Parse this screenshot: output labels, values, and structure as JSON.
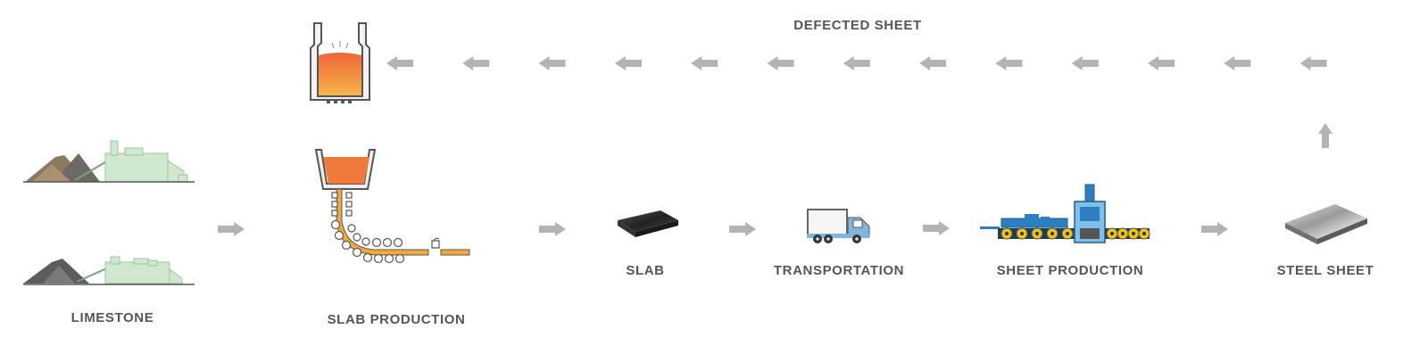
{
  "labels": {
    "defected_sheet": "DEFECTED SHEET",
    "limestone": "LIMESTONE",
    "slab_production": "SLAB PRODUCTION",
    "slab": "SLAB",
    "transportation": "TRANSPORTATION",
    "sheet_production": "SHEET PRODUCTION",
    "steel_sheet": "STEEL SHEET"
  },
  "colors": {
    "arrow": "#b3b3b3",
    "text": "#555555",
    "molten": "#ef7a3a",
    "molten_light": "#f7a64a",
    "slab_strand": "#f2a93b",
    "plant_green": "#cfe8cf",
    "machine_blue": "#2c7fc0",
    "roller_yellow": "#f1c40f",
    "truck_blue": "#7fb5dc"
  },
  "icons": [
    "limestone-plant-icon",
    "ladle-icon",
    "continuous-caster-icon",
    "slab-icon",
    "truck-icon",
    "rolling-mill-icon",
    "steel-sheet-icon",
    "arrow-icon"
  ]
}
